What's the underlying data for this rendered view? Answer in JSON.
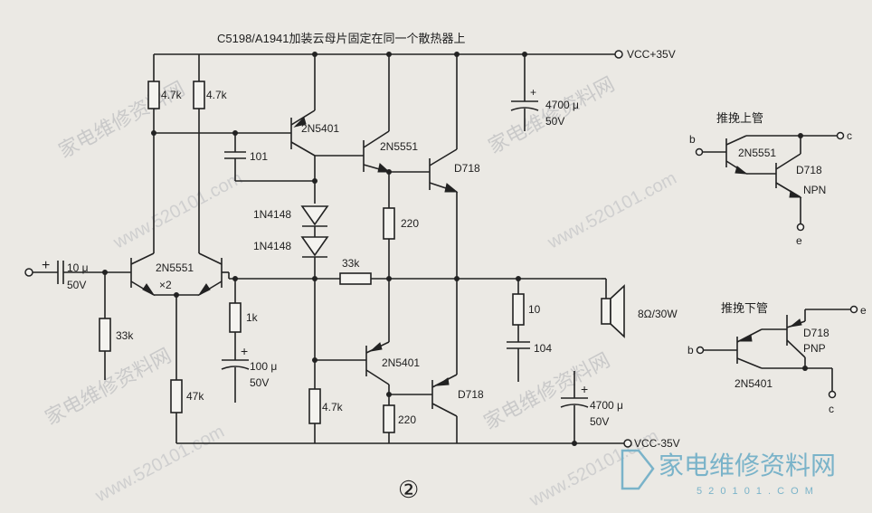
{
  "title": "C5198/A1941加装云母片固定在同一个散热器上",
  "supply": {
    "positive": "VCC+35V",
    "negative": "VCC-35V"
  },
  "figure_number": "②",
  "labels": {
    "r_input_top_left": "4.7k",
    "r_input_top_right": "4.7k",
    "q_2n5401_top": "2N5401",
    "c_101": "101",
    "q_2n5551_driver": "2N5551",
    "q_d718_top": "D718",
    "cap_top_value": "4700 μ",
    "cap_top_voltage": "50V",
    "diode_1": "1N4148",
    "diode_2": "1N4148",
    "r_220_top": "220",
    "r_33k_feedback": "33k",
    "cap_in_value": "10 μ",
    "cap_in_voltage": "50V",
    "q_diff_pair": "2N5551",
    "q_diff_pair_count": "×2",
    "r_33k_input": "33k",
    "r_1k": "1k",
    "cap_100_value": "100 μ",
    "cap_100_voltage": "50V",
    "r_47k": "47k",
    "q_2n5401_bottom": "2N5401",
    "r_4_7k_bottom": "4.7k",
    "r_220_bottom": "220",
    "q_d718_bottom": "D718",
    "r_10": "10",
    "c_104": "104",
    "speaker": "8Ω/30W",
    "cap_bottom_value": "4700 μ",
    "cap_bottom_voltage": "50V",
    "plus_in": "+",
    "plus_cap": "+"
  },
  "push_upper": {
    "title": "推挽上管",
    "q1": "2N5551",
    "q2": "D718",
    "type": "NPN",
    "b": "b",
    "c": "c",
    "e": "e"
  },
  "push_lower": {
    "title": "推挽下管",
    "q1": "2N5401",
    "q2": "D718",
    "type": "PNP",
    "b": "b",
    "c": "c",
    "e": "e"
  },
  "watermarks": {
    "site_cn": "家电维修资料网",
    "site_url": "www.520101.com",
    "logo_url": "5 2 0 1 0 1 . C O M"
  },
  "colors": {
    "wire": "#222222",
    "background": "#ebe9e4",
    "logo": "#7ab3c9"
  }
}
